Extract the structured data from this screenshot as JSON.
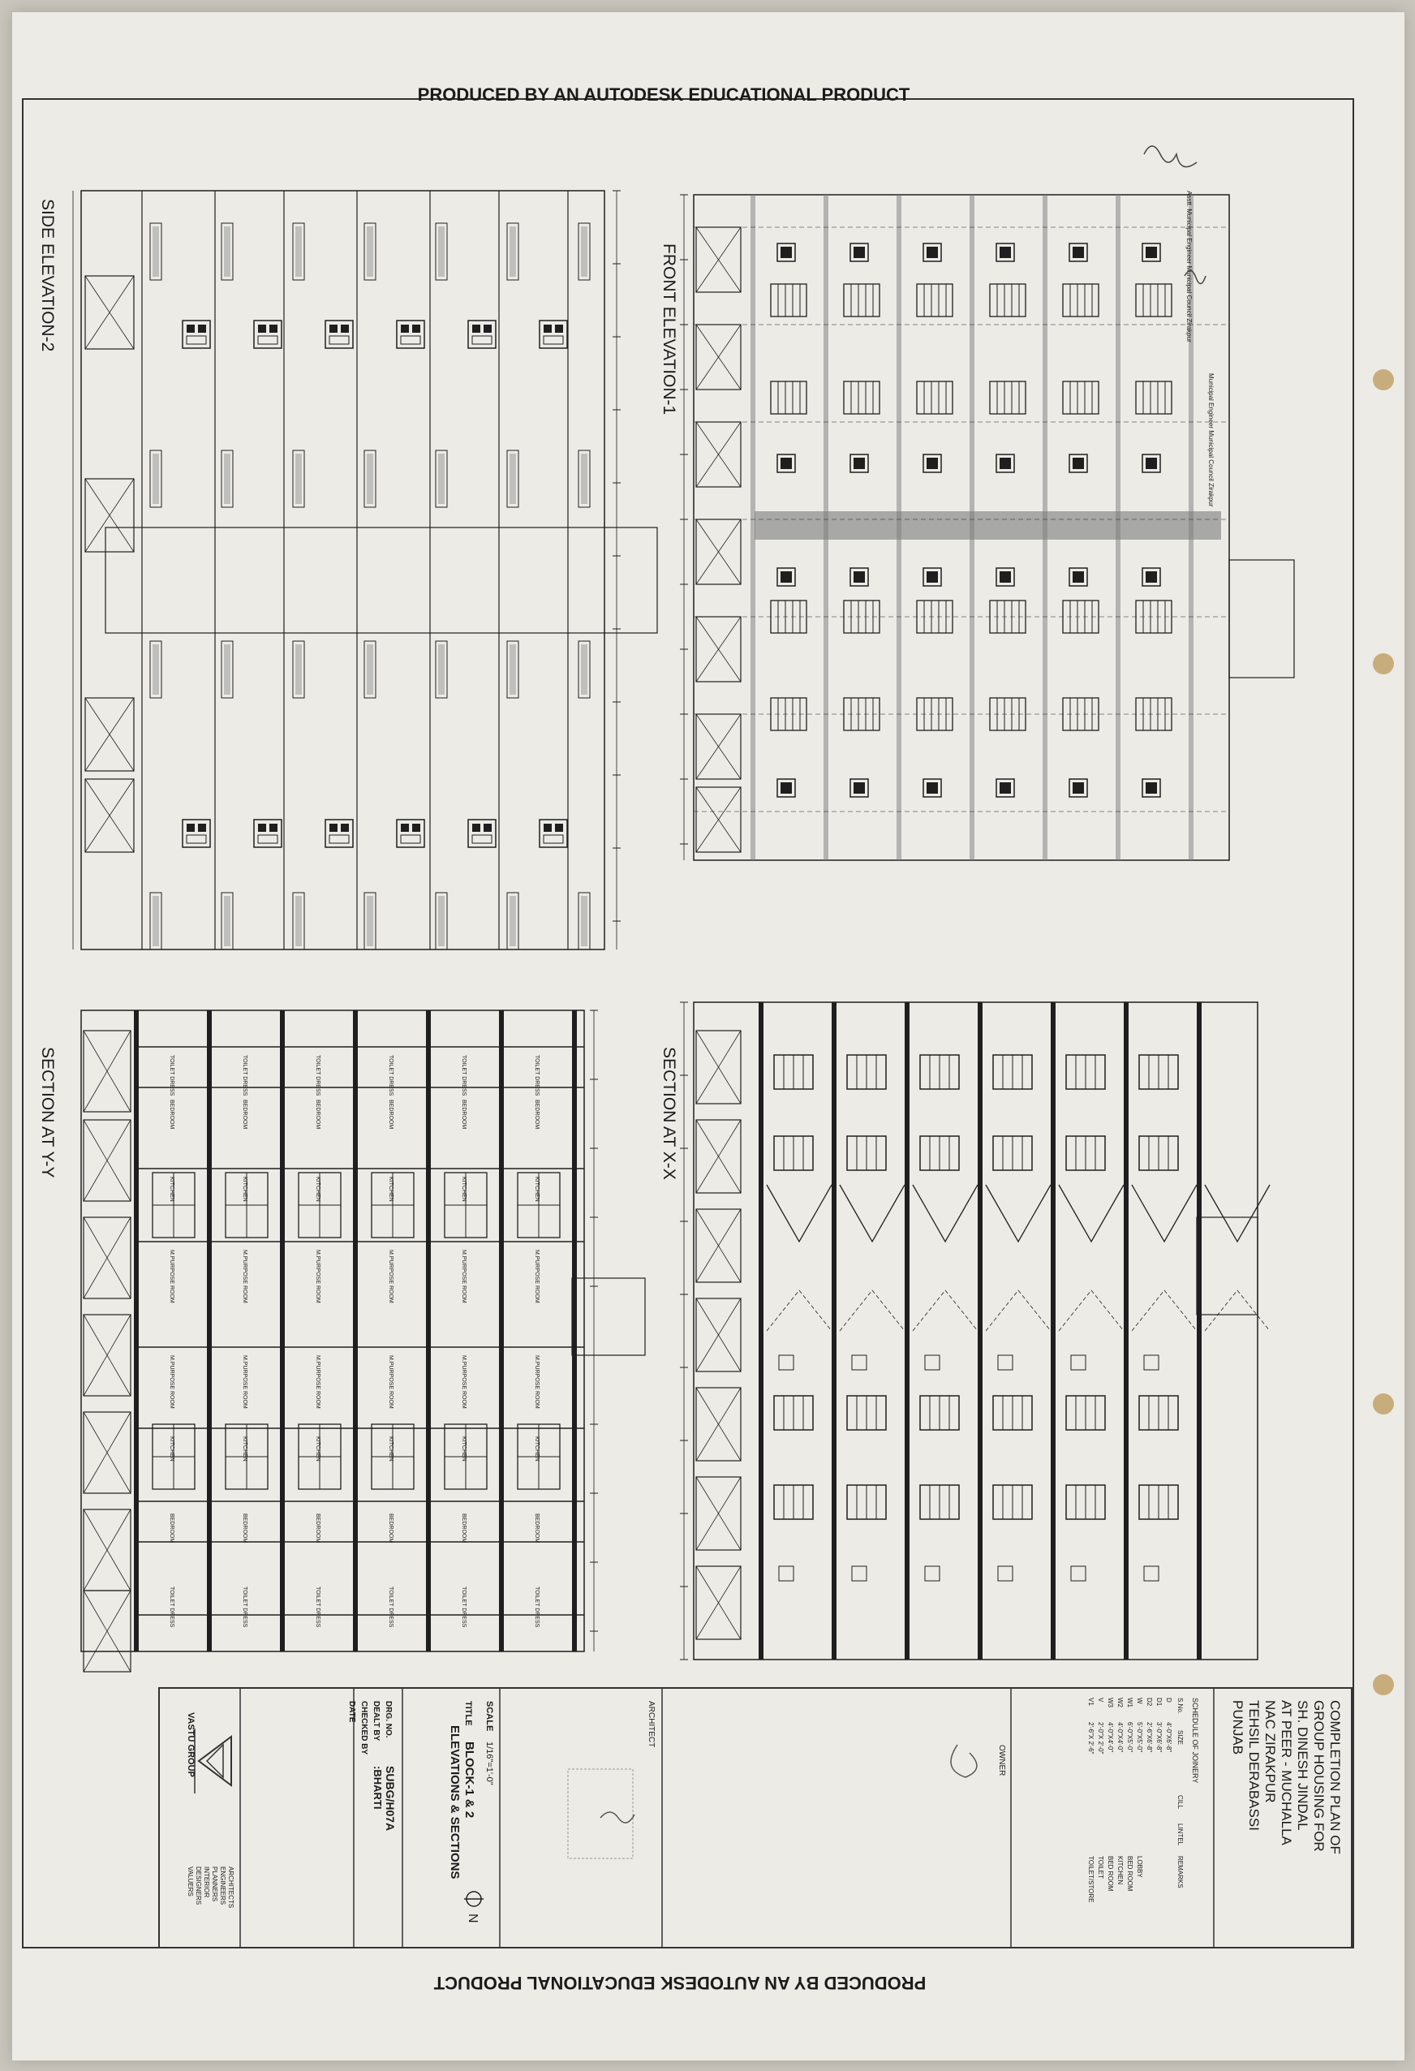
{
  "watermark": {
    "top": "PRODUCED BY AN AUTODESK EDUCATIONAL PRODUCT",
    "bottom": "PRODUCED BY AN AUTODESK EDUCATIONAL PRODUCT"
  },
  "views": {
    "front": "FRONT ELEVATION-1",
    "side": "SIDE ELEVATION-2",
    "section_xx": "SECTION AT X-X",
    "section_yy": "SECTION AT Y-Y"
  },
  "room_labels": {
    "bedroom": "BEDROOM",
    "toilet": "TOILET DRESS",
    "kitchen": "KITCHEN",
    "multipurpose": "M.PURPOSE ROOM"
  },
  "title_block": {
    "project": [
      "COMPLETION PLAN OF",
      "GROUP HOUSING FOR",
      "SH. DINESH JINDAL",
      "AT PEER - MUCHALLA",
      "NAC ZIRAKPUR",
      "TEHSIL DERABASSI",
      "PUNJAB"
    ],
    "schedule_title": "SCHEDULE OF JOINERY",
    "schedule_headers": [
      "S.No.",
      "SIZE",
      "CILL",
      "LINTEL",
      "REMARKS"
    ],
    "schedule_rows": [
      {
        "no": "D",
        "size": "4'-0\"X6'-8\"",
        "remark": ""
      },
      {
        "no": "D1",
        "size": "3'-0\"X6'-8\"",
        "remark": ""
      },
      {
        "no": "D2",
        "size": "2'-6\"X6'-8\"",
        "remark": ""
      },
      {
        "no": "W",
        "size": "5'-0\"X5'-0\"",
        "remark": "LOBBY"
      },
      {
        "no": "W1",
        "size": "6'-0\"X5'-0\"",
        "remark": "BED ROOM"
      },
      {
        "no": "W2",
        "size": "4'-0\"X4'-0\"",
        "remark": "KITCHEN"
      },
      {
        "no": "W3",
        "size": "4'-0\"X4'-0\"",
        "remark": "BED ROOM"
      },
      {
        "no": "V",
        "size": "2'-0\"X 2'-0\"",
        "remark": "TOILET"
      },
      {
        "no": "V1",
        "size": "2'-6\"X 2'-6\"",
        "remark": "TOILET/STORE"
      }
    ],
    "owner_label": "OWNER",
    "architect_label": "ARCHITECT",
    "scale_label": "SCALE",
    "scale_value": "1/16\"=1'-0\"",
    "north": "N",
    "title_label": "TITLE",
    "title_value": [
      "BLOCK-1 & 2",
      "ELEVATIONS & SECTIONS"
    ],
    "drg_label": "DRG. NO.",
    "drg_value": "SUBG/H07A",
    "dealt_label": "DEALT BY",
    "dealt_value": ":BHARTI",
    "checked_label": "CHECKED BY",
    "date_label": "DATE",
    "firm_name": "VASTU GROUP",
    "firm_services": [
      "ARCHITECTS",
      "ENGINEERS",
      "PLANNERS",
      "INTERIOR",
      "DESIGNERS",
      "VALUERS"
    ]
  },
  "approval_stamps": [
    "Asstt. Municipal Engineer Municipal Council Zirakpur",
    "Municipal Engineer Municipal Council Zirakpur"
  ],
  "colors": {
    "paper": "#ecebe6",
    "ink": "#1f1f1f",
    "hatch": "#7c7c7c",
    "punch_hole": "#c8ad7c"
  }
}
